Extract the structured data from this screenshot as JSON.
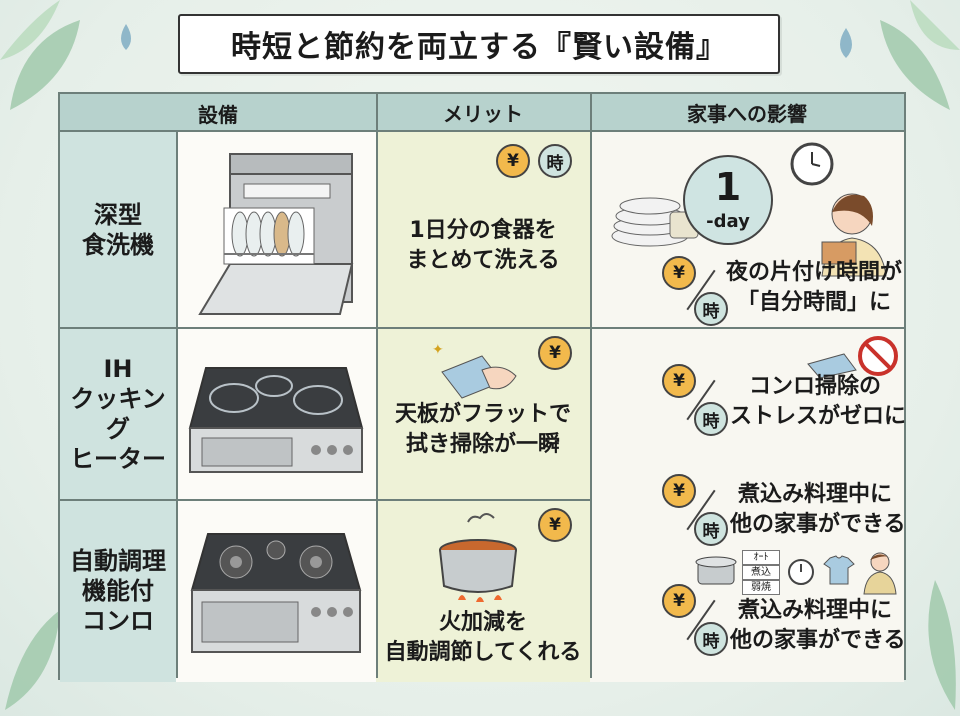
{
  "title": "時短と節約を両立する『賢い設備』",
  "headers": {
    "equipment": "設備",
    "merit": "メリット",
    "effect": "家事への影響"
  },
  "badges": {
    "yen": "¥",
    "time": "時"
  },
  "rows": [
    {
      "name_lines": [
        "深型",
        "食洗機"
      ],
      "image_icon": "dishwasher",
      "merit_lines": [
        "1日分の食器を",
        "まとめて洗える"
      ],
      "effect_lines": [
        "夜の片付け時間が",
        "「自分時間」に"
      ],
      "clock_number": "1",
      "clock_unit": "-day"
    },
    {
      "name_lines": [
        "IH",
        "クッキング",
        "ヒーター"
      ],
      "image_icon": "ih-cooktop",
      "merit_lines": [
        "天板がフラットで",
        "拭き掃除が一瞬"
      ],
      "effect_lines": [
        "コンロ掃除の",
        "ストレスがゼロに"
      ]
    },
    {
      "name_lines": [
        "自動調理",
        "機能付",
        "コンロ"
      ],
      "image_icon": "gas-stove",
      "merit_lines": [
        "火加減を",
        "自動調節してくれる"
      ],
      "effect_lines": [
        "煮込み料理中に",
        "他の家事ができる"
      ],
      "effect_lines_repeat": [
        "煮込み料理中に",
        "他の家事ができる"
      ],
      "note_labels": [
        "ｵｰﾄ",
        "煮込",
        "弱焼"
      ]
    }
  ],
  "colors": {
    "header": "#b7d2cd",
    "name_cell": "#cfe3df",
    "merit_cell": "#eef2d7",
    "yen": "#f2b94c",
    "time": "#cfe4df"
  }
}
